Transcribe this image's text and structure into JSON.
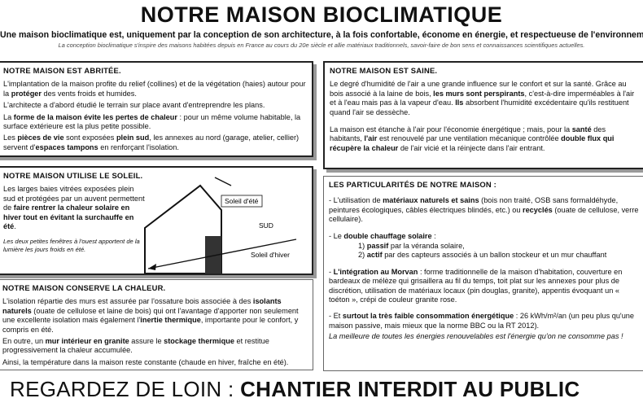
{
  "title": "NOTRE MAISON BIOCLIMATIQUE",
  "intro": "Une maison bioclimatique est, uniquement par la conception de son architecture, à la fois confortable, économe en énergie, et respectueuse de l'environnement.",
  "intro_sub": "La conception bioclimatique s'inspire des maisons habitées depuis en France au cours du 20e siècle et allie matériaux traditionnels, savoir-faire de bon sens et connaissances scientifiques actuelles.",
  "abritee": {
    "heading": "NOTRE MAISON EST ABRITÉE.",
    "p1_a": "L'implantation de la maison profite du relief (collines) et de la végétation (haies) autour pour la ",
    "p1_b": "protéger",
    "p1_c": " des vents froids et humides.",
    "p2": "L'architecte a d'abord étudié le terrain sur place avant d'entreprendre les plans.",
    "p3_a": "La ",
    "p3_b": "forme de la maison évite les pertes de chaleur",
    "p3_c": " : pour un même volume habitable, la surface extérieure est la plus petite possible.",
    "p4_a": "Les ",
    "p4_b": "pièces de vie",
    "p4_c": " sont exposées ",
    "p4_d": "plein sud",
    "p4_e": ", les annexes au nord (garage, atelier, cellier) servent d'",
    "p4_f": "espaces tampons",
    "p4_g": " en renforçant l'isolation."
  },
  "saine": {
    "heading": "NOTRE MAISON EST SAINE.",
    "p1_a": "Le degré d'humidité de l'air a une grande influence sur le confort et sur la santé. Grâce au bois associé à la laine de bois, ",
    "p1_b": "les murs sont perspirants",
    "p1_c": ", c'est-à-dire imperméables à l'air et à l'eau mais pas à la vapeur d'eau. ",
    "p1_d": "Ils",
    "p1_e": " absorbent l'humidité excédentaire qu'ils restituent quand l'air se dessèche.",
    "p2_a": "La maison est étanche à l'air pour l'économie énergétique ; mais, pour la ",
    "p2_b": "santé",
    "p2_c": " des habitants, ",
    "p2_d": "l'air",
    "p2_e": " est renouvelé par une ventilation mécanique contrôlée ",
    "p2_f": "double flux qui récupère la chaleur",
    "p2_g": " de l'air vicié et la réinjecte dans l'air entrant."
  },
  "soleil": {
    "heading": "NOTRE MAISON UTILISE LE SOLEIL.",
    "p1_a": "Les larges baies vitrées exposées plein sud et protégées par un auvent permettent de ",
    "p1_b": "faire rentrer la chaleur solaire en hiver tout en évitant la surchauffe en été",
    "p1_c": ".",
    "note": "Les deux petites fenêtres à l'ouest apportent de la lumière les jours froids en été.",
    "label_summer": "Soleil d'été",
    "label_south": "SUD",
    "label_winter": "Soleil d'hiver"
  },
  "conserve": {
    "heading": "NOTRE MAISON CONSERVE LA CHALEUR.",
    "p1_a": "L'isolation répartie des murs est assurée par l'ossature bois associée à des ",
    "p1_b": "isolants naturels",
    "p1_c": " (ouate de cellulose et laine de bois) qui ont l'avantage d'apporter non seulement une excellente isolation mais également l'",
    "p1_d": "inertie thermique",
    "p1_e": ", importante pour le confort, y compris en été.",
    "p2_a": "En outre, un ",
    "p2_b": "mur intérieur en granite",
    "p2_c": " assure le ",
    "p2_d": "stockage thermique",
    "p2_e": " et restitue progressivement la chaleur accumulée.",
    "p3": "Ainsi, la température dans la maison reste constante (chaude en hiver, fraîche en été)."
  },
  "particularites": {
    "heading": "LES PARTICULARITÉS DE NOTRE MAISON :",
    "i1_a": "- L'utilisation de ",
    "i1_b": "matériaux naturels et sains",
    "i1_c": " (bois non traité, OSB sans formaldéhyde, peintures écologiques, câbles électriques blindés, etc.) ou ",
    "i1_d": "recyclés",
    "i1_e": " (ouate de cellulose, verre cellulaire).",
    "i2_a": "- Le ",
    "i2_b": "double chauffage solaire",
    "i2_c": " :",
    "i2_l1_a": "1) ",
    "i2_l1_b": "passif",
    "i2_l1_c": " par la véranda solaire,",
    "i2_l2_a": "2) ",
    "i2_l2_b": "actif",
    "i2_l2_c": " par des capteurs associés à un ballon stockeur et un mur chauffant",
    "i3_a": "- ",
    "i3_b": "L'intégration au Morvan",
    "i3_c": " : forme traditionnelle de la maison d'habitation, couverture en bardeaux de mélèze qui grisaillera au fil du temps, toit plat sur les annexes pour plus de discrétion, utilisation de matériaux locaux (pin douglas, granite), appentis évoquant un « toéton », crépi de couleur granite rose.",
    "i4_a": "- Et ",
    "i4_b": "surtout la très faible consommation énergétique",
    "i4_c": " : 26 kWh/m²/an (un peu plus qu'une maison passive, mais mieux que la norme BBC ou la RT 2012).",
    "closing": "La meilleure de toutes les énergies renouvelables est l'énergie qu'on ne consomme pas !"
  },
  "footer": {
    "part1": "REGARDEZ DE LOIN : ",
    "part2": "CHANTIER INTERDIT AU PUBLIC"
  }
}
